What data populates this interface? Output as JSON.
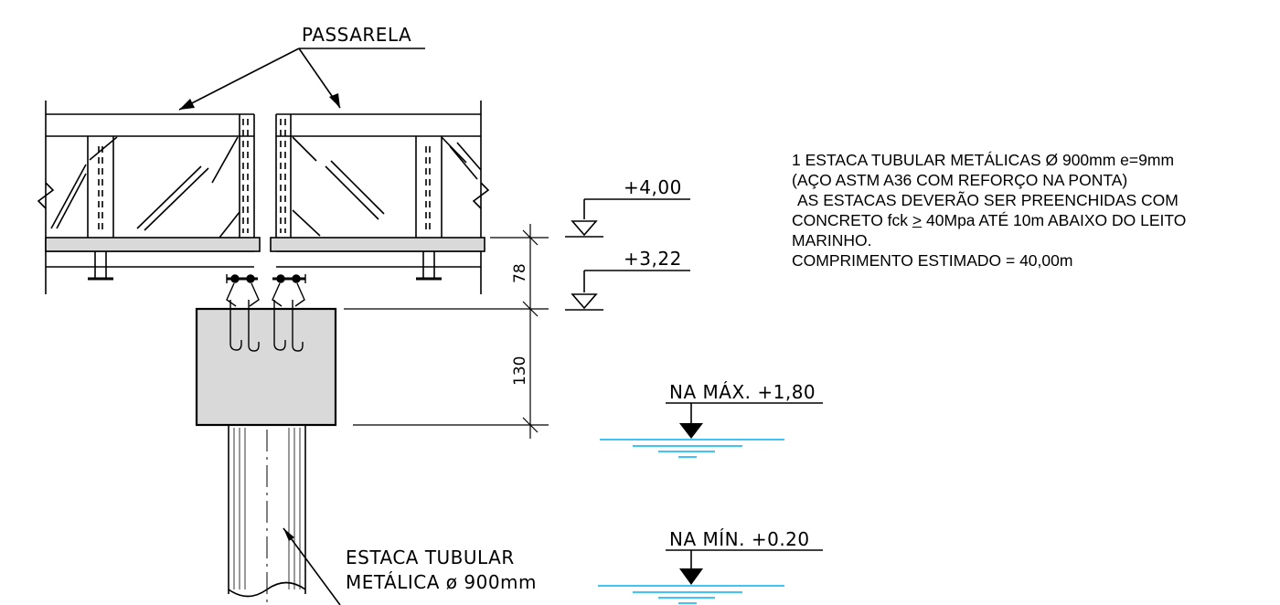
{
  "labels": {
    "passarela": "PASSARELA",
    "level_top": "+4,00",
    "level_mid": "+3,22",
    "dim_78": "78",
    "dim_130": "130",
    "na_max": "NA MÁX. +1,80",
    "na_min": "NA MÍN. +0.20",
    "estaca_line1": "ESTACA TUBULAR",
    "estaca_line2": "METÁLICA ø 900mm"
  },
  "notes": {
    "line1": "1 ESTACA TUBULAR METÁLICAS Ø 900mm e=9mm",
    "line2": "(AÇO ASTM A36 COM REFORÇO NA PONTA)",
    "line3": "AS ESTACAS DEVERÃO SER PREENCHIDAS COM",
    "line4_a": "CONCRETO fck",
    "line4_sym": ">",
    "line4_b": "40Mpa ATÉ 10m ABAIXO DO LEITO",
    "line5": "MARINHO.",
    "line6": "COMPRIMENTO ESTIMADO = 40,00m"
  },
  "colors": {
    "line": "#000000",
    "fill_gray": "#d9d9d9",
    "water": "#00b0f0"
  }
}
